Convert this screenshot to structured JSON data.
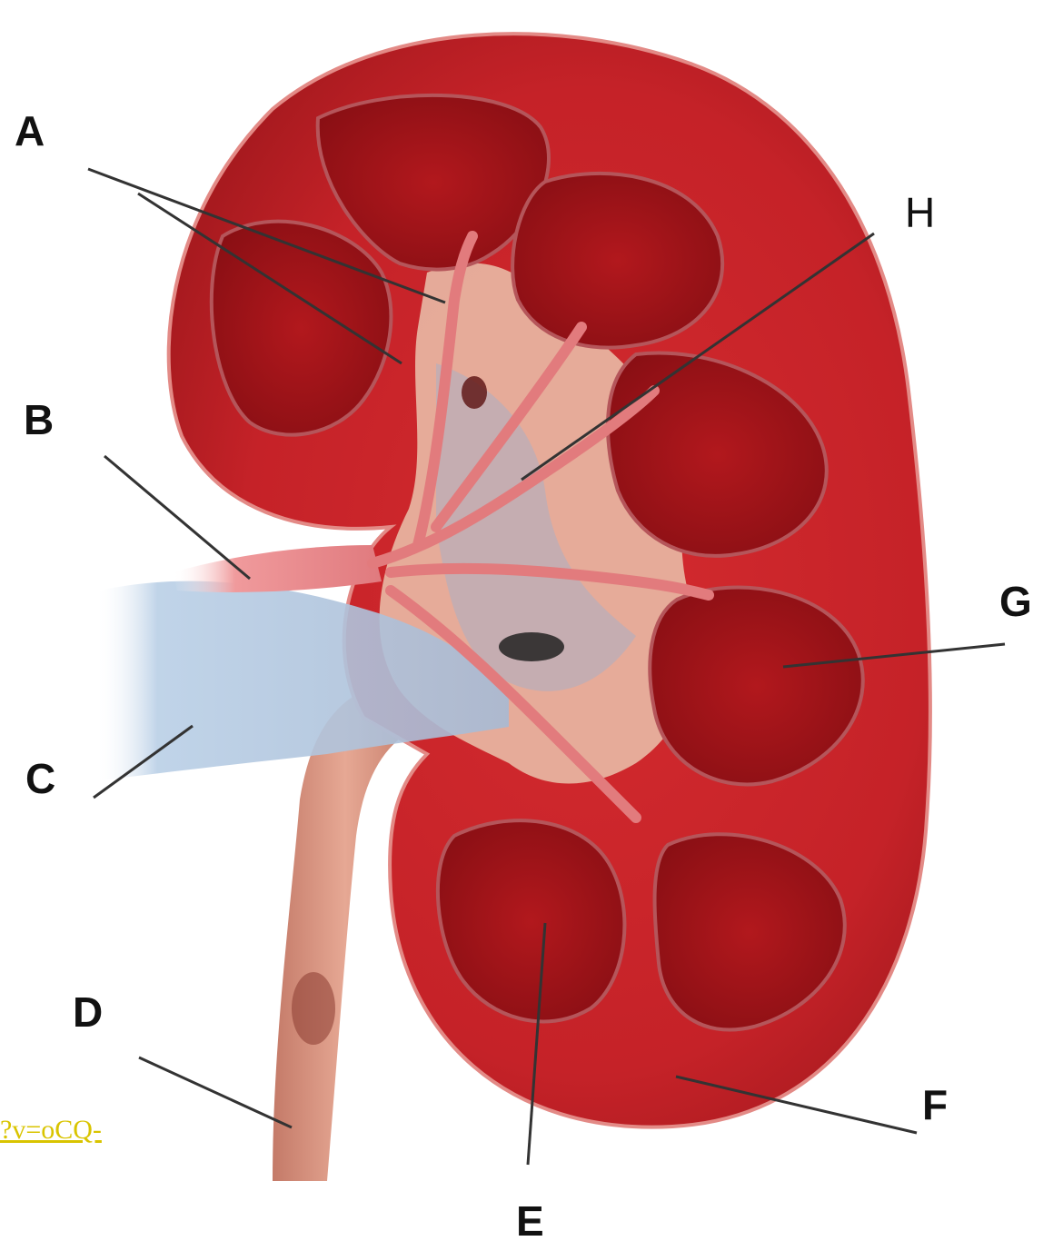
{
  "labels": {
    "A": "A",
    "B": "B",
    "C": "C",
    "D": "D",
    "E": "E",
    "F": "F",
    "G": "G",
    "H": "H"
  },
  "link_text": "?v=oCQ-",
  "colors": {
    "cortex": "#c8242b",
    "pyramid": "#9c1418",
    "pelvis": "#e9b1a1",
    "vein": "#b7cde3",
    "artery": "#e8868a",
    "ureter": "#d9907e",
    "line": "#333333"
  }
}
